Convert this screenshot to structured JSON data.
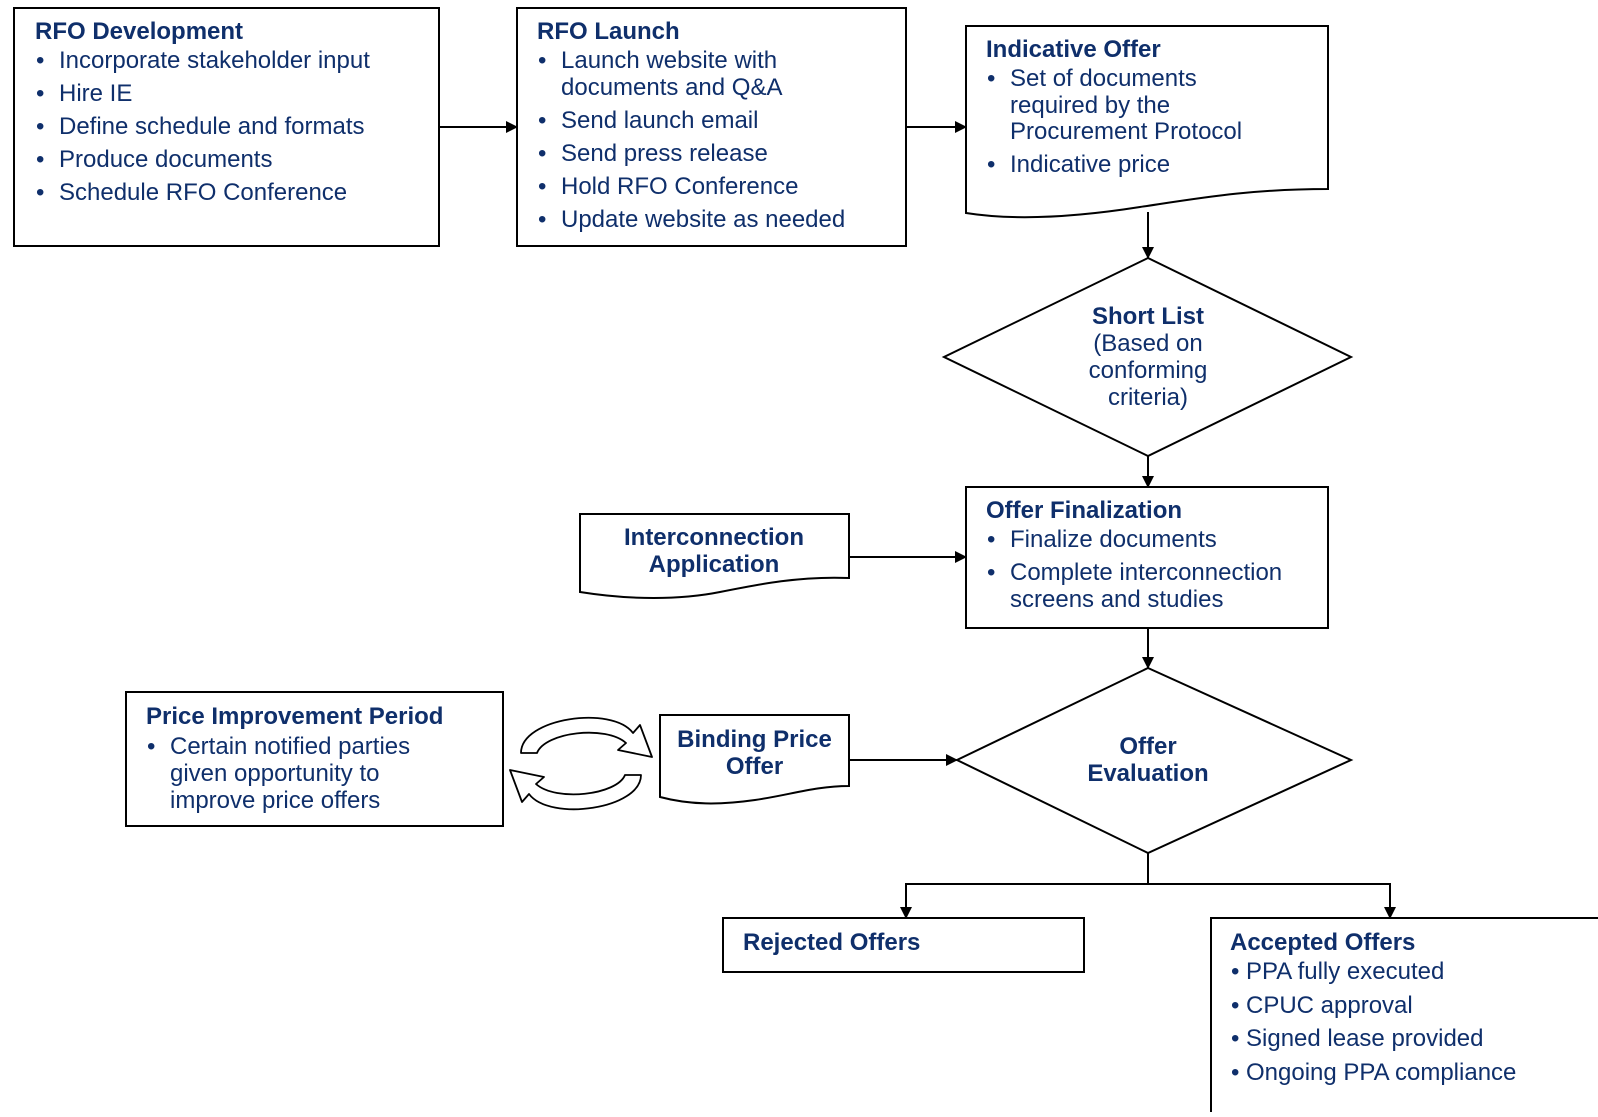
{
  "rfo_development": {
    "title": "RFO Development",
    "items": [
      "Incorporate stakeholder input",
      "Hire IE",
      "Define schedule and formats",
      "Produce documents",
      "Schedule RFO Conference"
    ]
  },
  "rfo_launch": {
    "title": "RFO Launch",
    "items": [
      "Launch website with documents and Q&A",
      "Send launch email",
      "Send press release",
      "Hold RFO Conference",
      "Update website as needed"
    ]
  },
  "indicative_offer": {
    "title": "Indicative Offer",
    "items": [
      "Set of documents required by the Procurement Protocol",
      "Indicative price"
    ]
  },
  "short_list": {
    "title": "Short List",
    "text": "(Based on conforming criteria)"
  },
  "interconnection_application": {
    "title": "Interconnection Application"
  },
  "offer_finalization": {
    "title": "Offer Finalization",
    "items": [
      "Finalize documents",
      "Complete interconnection screens and studies"
    ]
  },
  "price_improvement": {
    "title": "Price Improvement Period",
    "items": [
      "Certain notified parties given opportunity to improve price offers"
    ]
  },
  "binding_price_offer": {
    "title": "Binding Price Offer"
  },
  "offer_evaluation": {
    "title": "Offer Evaluation"
  },
  "rejected_offers": {
    "title": "Rejected Offers"
  },
  "accepted_offers": {
    "title": "Accepted Offers",
    "items": [
      "PPA fully executed",
      "CPUC approval",
      "Signed lease provided",
      "Ongoing PPA compliance"
    ]
  },
  "colors": {
    "text": "#0f2f6b",
    "stroke": "#000000",
    "background": "#ffffff"
  },
  "icons": {
    "cycle": "circular-arrows-icon"
  }
}
